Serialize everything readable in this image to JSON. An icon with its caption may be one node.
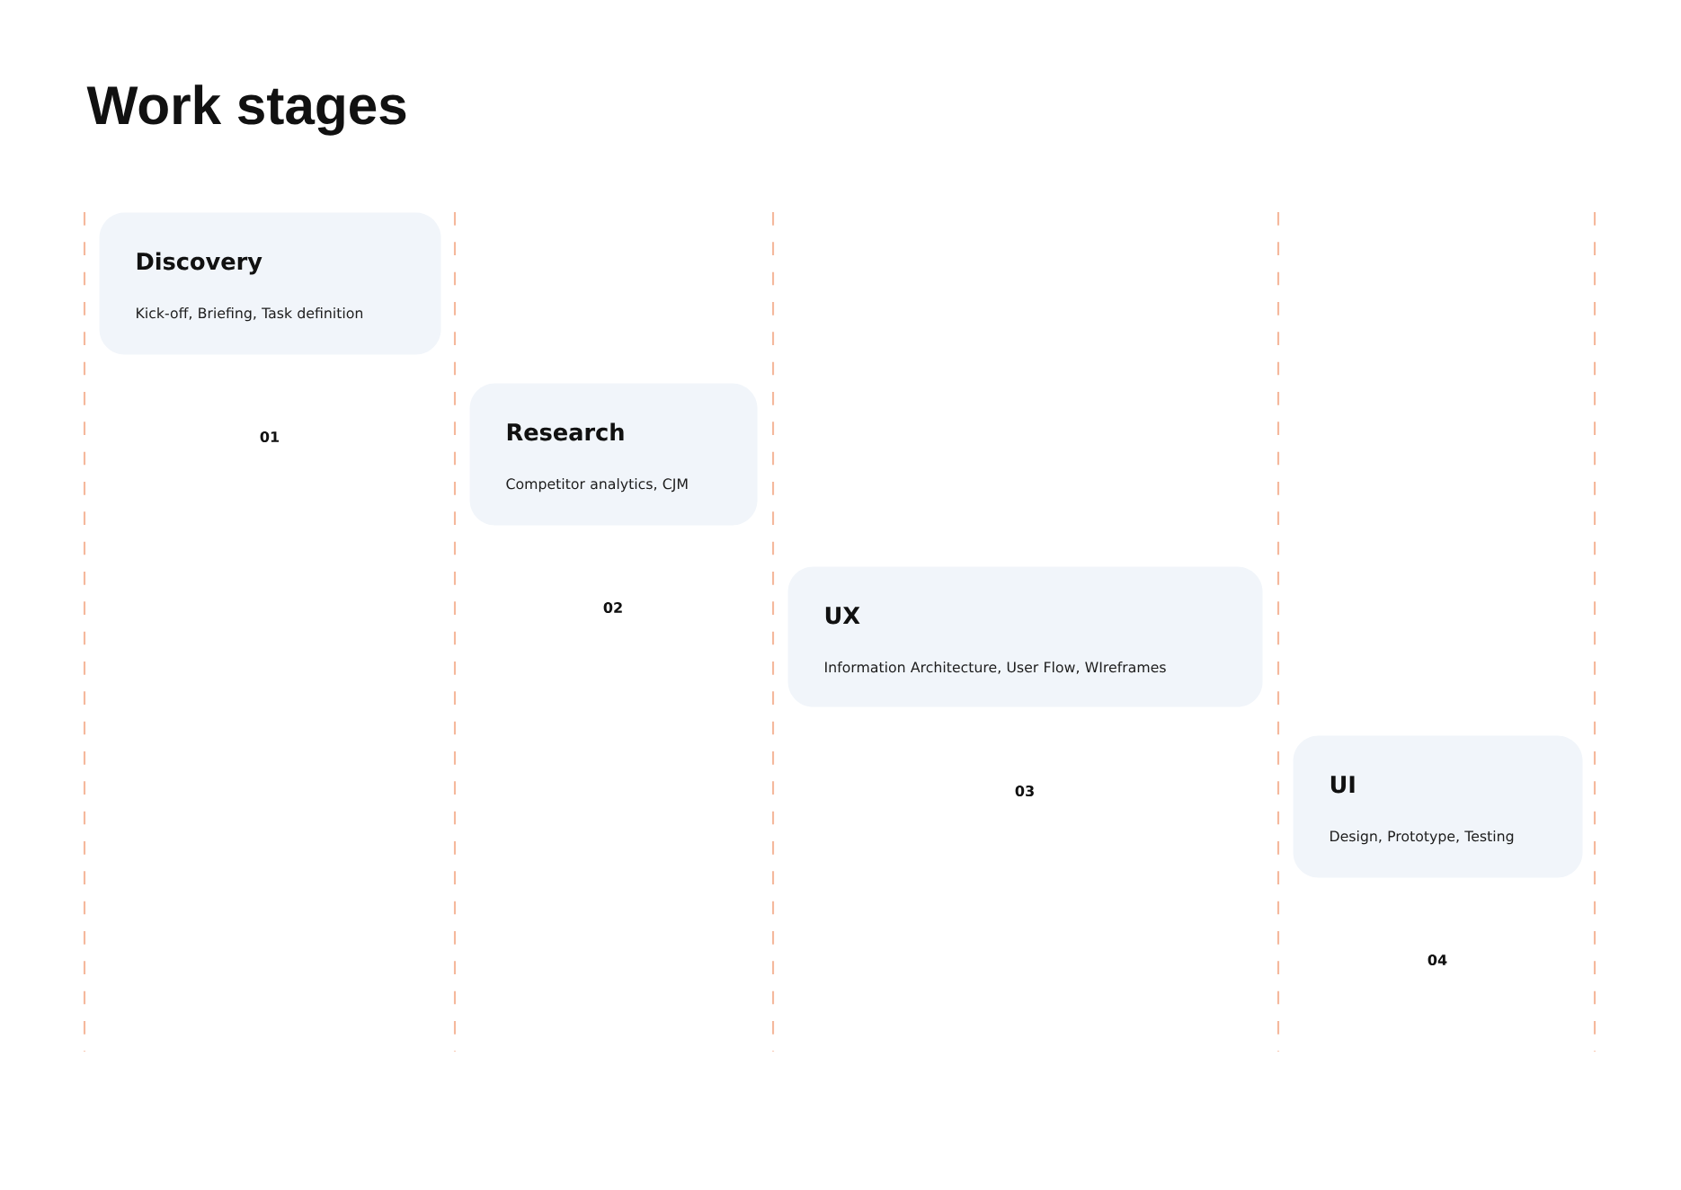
{
  "diagram": {
    "title": "Work stages",
    "nodes": [
      {
        "text": [
          "Discovery",
          "Kick-off, Briefing, Task definition"
        ]
      },
      {
        "text": [
          "Research",
          "Competitor analytics, CJM"
        ]
      },
      {
        "text": [
          "UX",
          "Information Architecture, User Flow, WIreframes"
        ]
      },
      {
        "text": [
          "UI",
          "Design, Prototype, Testing"
        ]
      }
    ],
    "labels": [
      "01",
      "02",
      "03",
      "04"
    ]
  }
}
